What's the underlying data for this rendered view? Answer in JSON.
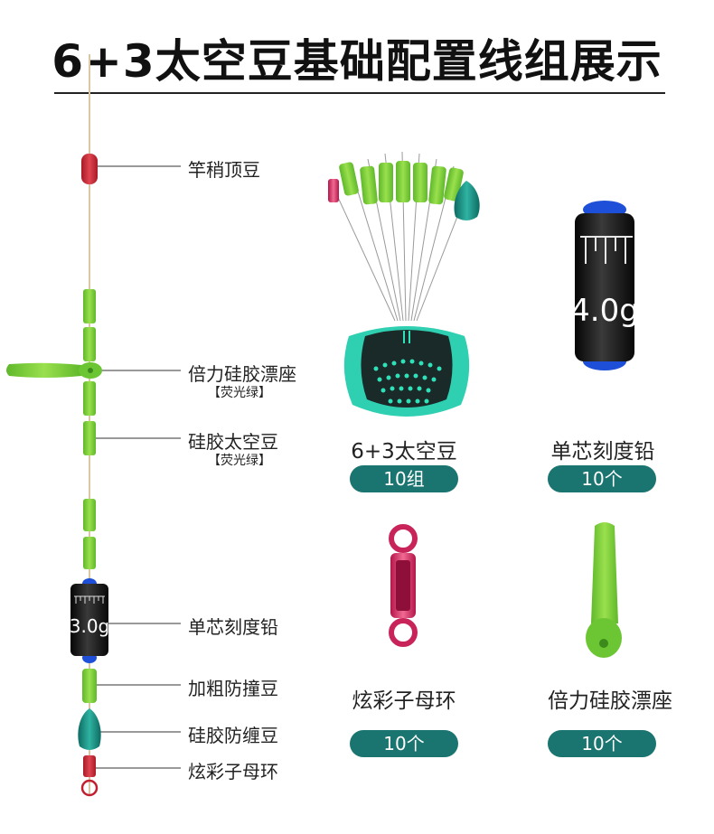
{
  "title": "6+3太空豆基础配置线组展示",
  "diagram_labels": [
    {
      "name": "rod-tip-bead",
      "text": "竿稍顶豆"
    },
    {
      "name": "float-seat",
      "text": "倍力硅胶漂座",
      "sub": "【荧光绿】"
    },
    {
      "name": "silicone-space-bean",
      "text": "硅胶太空豆",
      "sub": "【荧光绿】"
    },
    {
      "name": "scale-sinker",
      "text": "单芯刻度铅"
    },
    {
      "name": "thick-bumper-bean",
      "text": "加粗防撞豆"
    },
    {
      "name": "anti-tangle-bean",
      "text": "硅胶防缠豆"
    },
    {
      "name": "swivel-ring",
      "text": "炫彩子母环"
    }
  ],
  "sinker_on_line_text": "3.0g",
  "products": [
    {
      "name": "space-beans",
      "caption": "6+3太空豆",
      "count": "10组"
    },
    {
      "name": "scale-sinker",
      "caption": "单芯刻度铅",
      "count": "10个",
      "weight_text": "4.0g"
    },
    {
      "name": "swivel-ring",
      "caption": "炫彩子母环",
      "count": "10个"
    },
    {
      "name": "float-seat",
      "caption": "倍力硅胶漂座",
      "count": "10个"
    }
  ],
  "colors": {
    "teal": "#1a7470",
    "green": "#7ed23a",
    "red": "#cc2a35",
    "sinker": "#161616",
    "blue": "#1d4fd8"
  }
}
